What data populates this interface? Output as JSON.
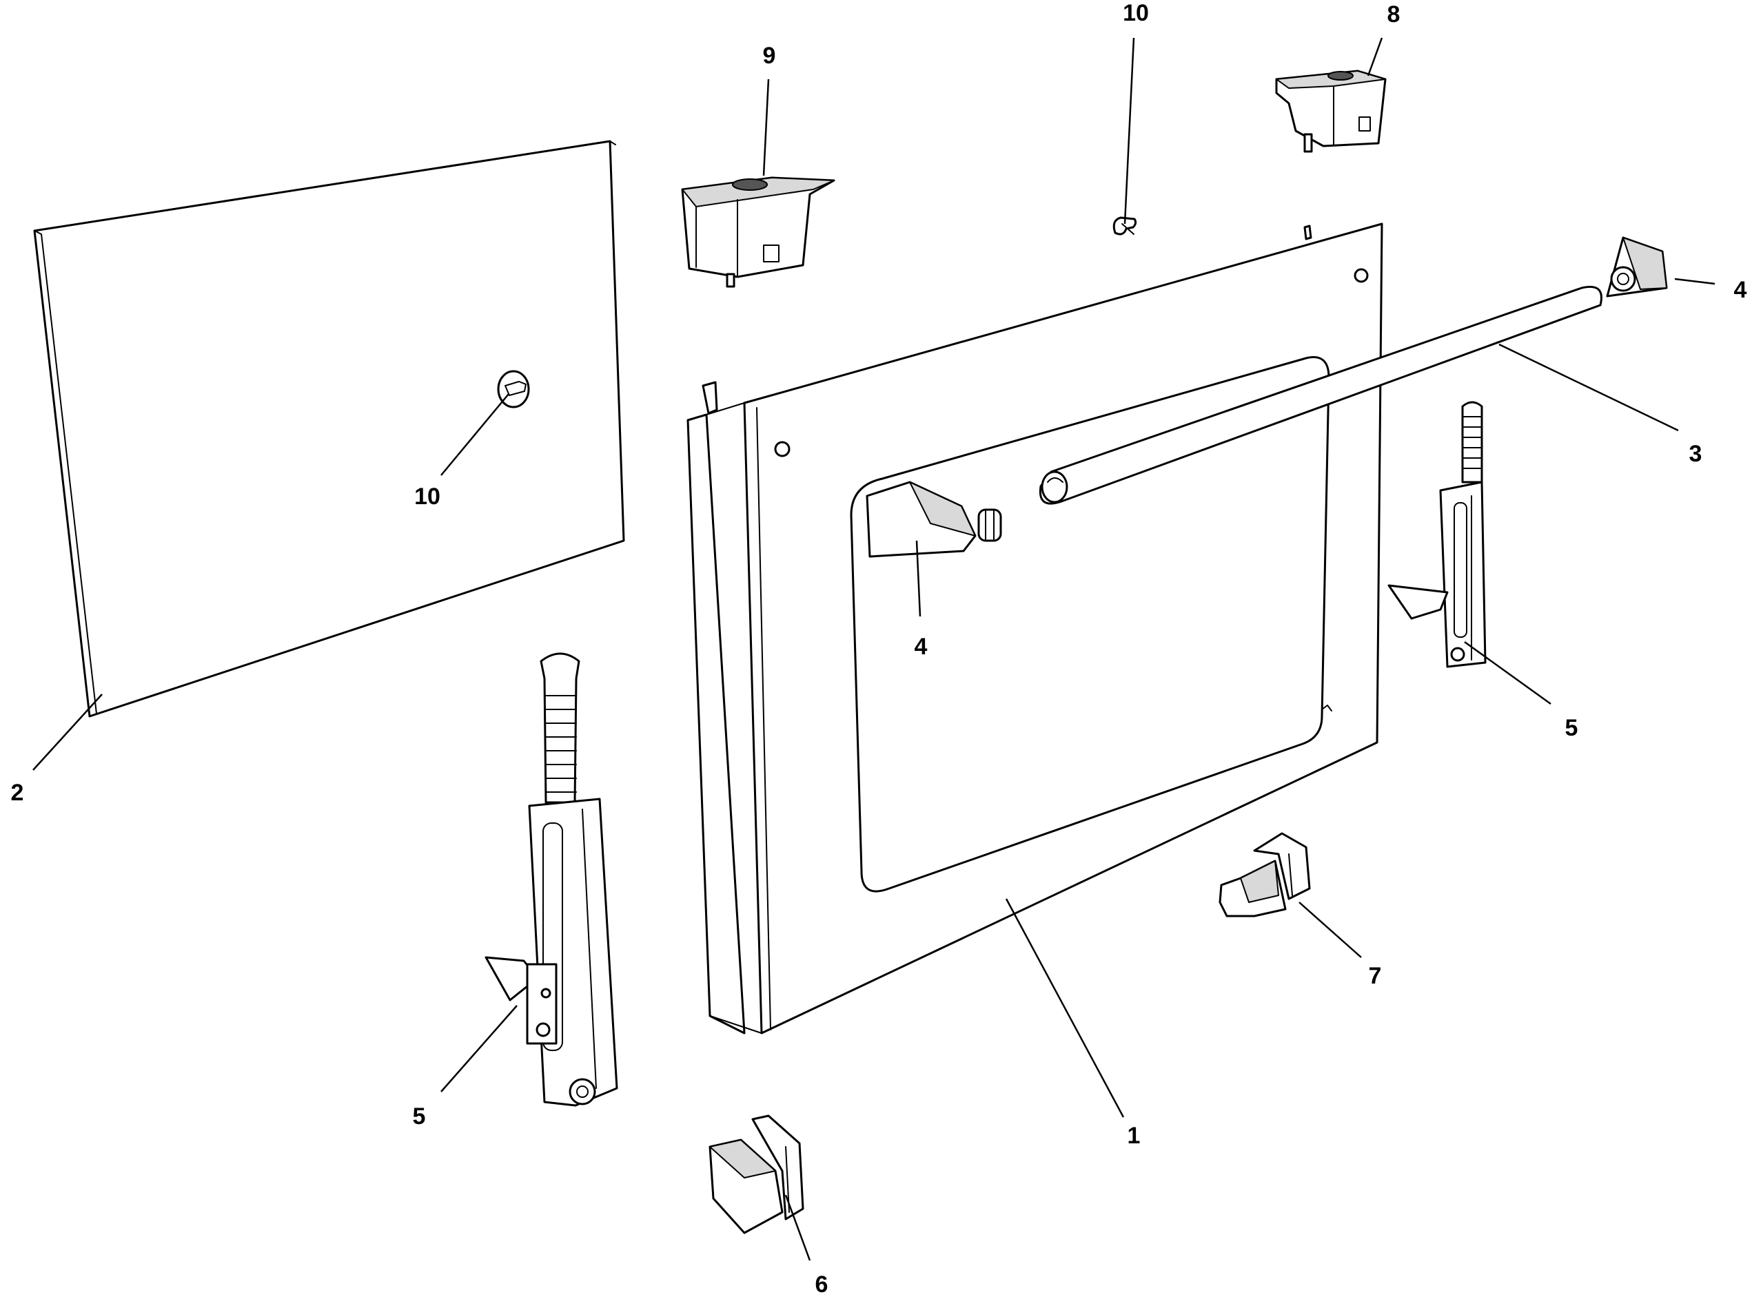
{
  "callouts": {
    "c1": "1",
    "c2": "2",
    "c3": "3",
    "c4_handle": "4",
    "c4_end_cap": "4",
    "c5_left": "5",
    "c5_right": "5",
    "c6": "6",
    "c7": "7",
    "c8": "8",
    "c9": "9",
    "c10_top": "10",
    "c10_glass": "10"
  }
}
